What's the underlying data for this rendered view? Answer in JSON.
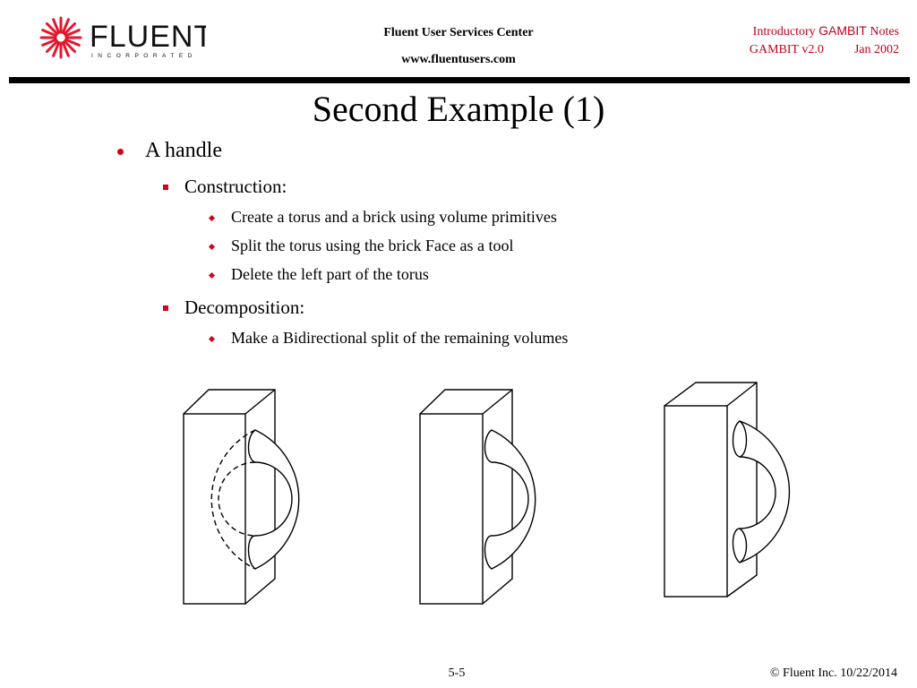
{
  "header": {
    "logo": {
      "name": "FLUENT",
      "tagline": "INCORPORATED",
      "color": "#e3172d"
    },
    "center_line1": "Fluent User Services Center",
    "center_line2": "www.fluentusers.com",
    "right_line1_a": "Introductory ",
    "right_line1_b": "GAMBIT",
    "right_line1_c": " Notes",
    "right_line2_a": "GAMBIT v2.0",
    "right_line2_b": "Jan 2002",
    "accent_color": "#c0001a"
  },
  "slide": {
    "title": "Second Example (1)",
    "bullets": [
      {
        "level": 1,
        "text": "A handle"
      },
      {
        "level": 2,
        "text": "Construction:"
      },
      {
        "level": 3,
        "text": "Create a torus and a brick using volume primitives"
      },
      {
        "level": 3,
        "text": "Split the torus using the brick Face as a tool"
      },
      {
        "level": 3,
        "text": "Delete the left part of the torus"
      },
      {
        "level": 2,
        "text": "Decomposition:"
      },
      {
        "level": 3,
        "text": "Make a Bidirectional split of the remaining volumes"
      }
    ],
    "bullet_color": "#d4001c"
  },
  "figures": [
    {
      "description": "brick with full torus (hidden part dashed)"
    },
    {
      "description": "brick with half torus"
    },
    {
      "description": "brick with half torus split bidirectionally"
    }
  ],
  "footer": {
    "page_number": "5-5",
    "copyright": "© Fluent Inc. 10/22/2014"
  }
}
